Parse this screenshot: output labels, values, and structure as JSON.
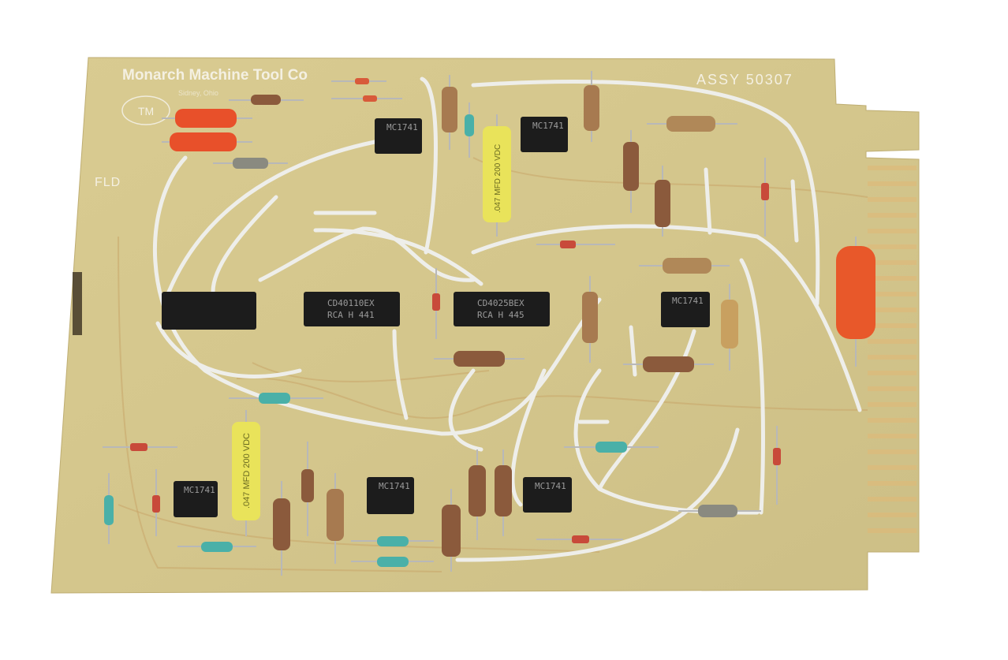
{
  "board": {
    "maker_label": "Monarch Machine Tool Co",
    "location_label": "Sidney, Ohio",
    "logo_text": "TM",
    "assembly_label": "ASSY 50307",
    "corner_label": "FLD",
    "colors": {
      "substrate": "#d8c98f",
      "wire": "#eeeeea",
      "ic": "#1c1c1c",
      "cap_red": "#e8502a",
      "cap_yellow": "#e9e35a"
    }
  },
  "ics": [
    {
      "marking": "MC1741"
    },
    {
      "marking": "MC1741"
    },
    {
      "marking": ""
    },
    {
      "marking_line1": "CD40110EX",
      "marking_line2": "RCA H 441"
    },
    {
      "marking_line1": "CD4025BEX",
      "marking_line2": "RCA H 445"
    },
    {
      "marking": "MC1741"
    },
    {
      "marking": "MC1741"
    },
    {
      "marking": "MC1741"
    },
    {
      "marking": "MC1741"
    }
  ],
  "capacitors": {
    "top_yellow": ".047 MFD 200 VDC",
    "bottom_yellow": ".047 MFD 200 VDC"
  }
}
